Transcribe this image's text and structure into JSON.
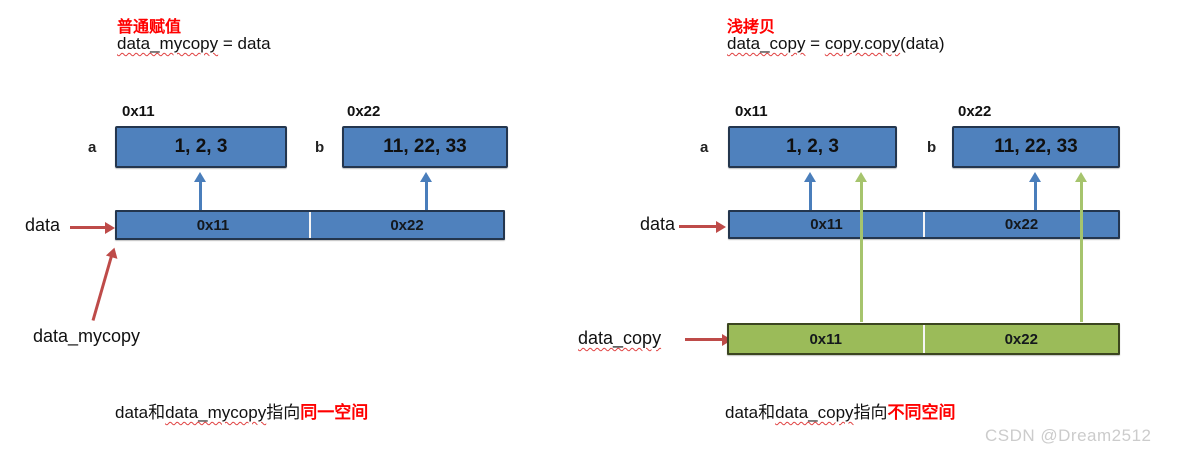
{
  "watermark": "CSDN @Dream2512",
  "colors": {
    "box_blue": "#4f81bd",
    "box_green": "#9bbb59",
    "arrow_red": "#be4b49",
    "arrow_blue": "#4a7ebb",
    "arrow_green": "#a6c46d",
    "highlight_red": "#ff0000"
  },
  "left": {
    "title": "普通赋值",
    "code": {
      "var": "data_mycopy",
      "rest": " = data"
    },
    "box_a": {
      "label": "a",
      "address": "0x11",
      "value": "1, 2, 3"
    },
    "box_b": {
      "label": "b",
      "address": "0x22",
      "value": "11, 22, 33"
    },
    "data_row": {
      "label": "data",
      "cell1": "0x11",
      "cell2": "0x22"
    },
    "pointer_label": "data_mycopy",
    "caption": {
      "pre": "data和",
      "underlined": "data_mycopy",
      "mid": "指向",
      "highlight": "同一空间"
    }
  },
  "right": {
    "title": "浅拷贝",
    "code": {
      "var": "data_copy",
      "eq": " = ",
      "call": "copy.copy",
      "args": "(data)"
    },
    "box_a": {
      "label": "a",
      "address": "0x11",
      "value": "1, 2, 3"
    },
    "box_b": {
      "label": "b",
      "address": "0x22",
      "value": "11, 22, 33"
    },
    "data_row": {
      "label": "data",
      "cell1": "0x11",
      "cell2": "0x22"
    },
    "copy_row": {
      "label": "data_copy",
      "cell1": "0x11",
      "cell2": "0x22"
    },
    "caption": {
      "pre": "data和",
      "underlined": "data_copy",
      "mid": "指向",
      "highlight": "不同空间"
    }
  }
}
